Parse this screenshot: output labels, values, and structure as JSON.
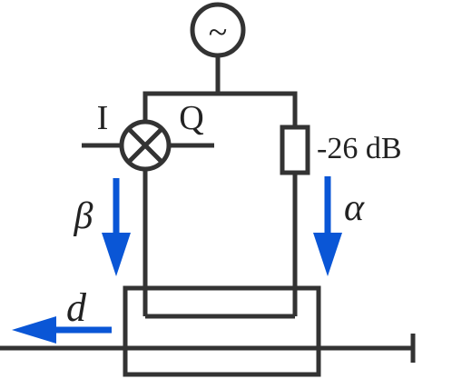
{
  "colors": {
    "line": "#333333",
    "arrow": "#0a56d6",
    "background": "#ffffff"
  },
  "source": {
    "symbol": "~",
    "icon": "ac-source-icon"
  },
  "mixer": {
    "icon": "iq-mixer-icon",
    "i_label": "I",
    "q_label": "Q"
  },
  "attenuator": {
    "icon": "attenuator-icon",
    "label": "-26 dB"
  },
  "arrows": {
    "beta": "β",
    "alpha": "α",
    "d": "d"
  }
}
